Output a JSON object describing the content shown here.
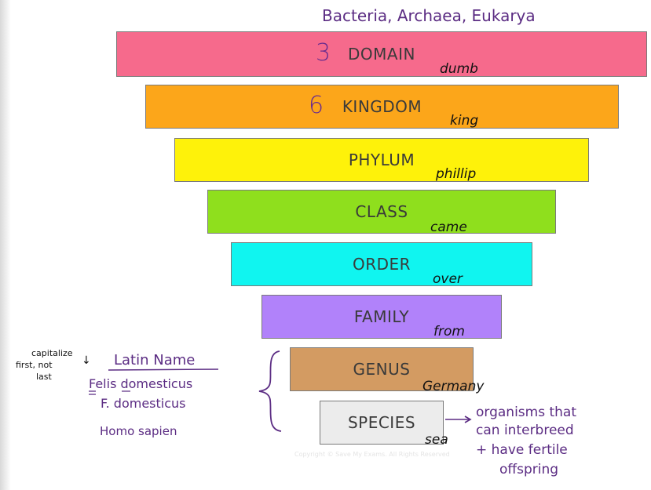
{
  "header": {
    "domains": "Bacteria, Archaea, Eukarya"
  },
  "levels": [
    {
      "name": "DOMAIN",
      "count": "3",
      "mnemonic": "dumb",
      "color": "#f66a8c"
    },
    {
      "name": "KINGDOM",
      "count": "6",
      "mnemonic": "king",
      "color": "#fca61a"
    },
    {
      "name": "PHYLUM",
      "mnemonic": "phillip",
      "color": "#fef20a"
    },
    {
      "name": "CLASS",
      "mnemonic": "came",
      "color": "#8fdf1d"
    },
    {
      "name": "ORDER",
      "mnemonic": "over",
      "color": "#10f5f0"
    },
    {
      "name": "FAMILY",
      "mnemonic": "from",
      "color": "#b182fa"
    },
    {
      "name": "GENUS",
      "mnemonic": "Germany",
      "color": "#d39b62"
    },
    {
      "name": "SPECIES",
      "mnemonic": "sea",
      "color": "#ececec"
    }
  ],
  "notes": {
    "capitalize": [
      "capitalize",
      "first, not",
      "last"
    ],
    "latin_title": "Latin Name",
    "example1": "Felis domesticus",
    "example2": "F. domesticus",
    "example3": "Homo sapien",
    "species_def": [
      "organisms that",
      "can interbreed",
      "+ have fertile",
      "offspring"
    ]
  },
  "watermark": "Copyright © Save My Exams. All Rights Reserved"
}
